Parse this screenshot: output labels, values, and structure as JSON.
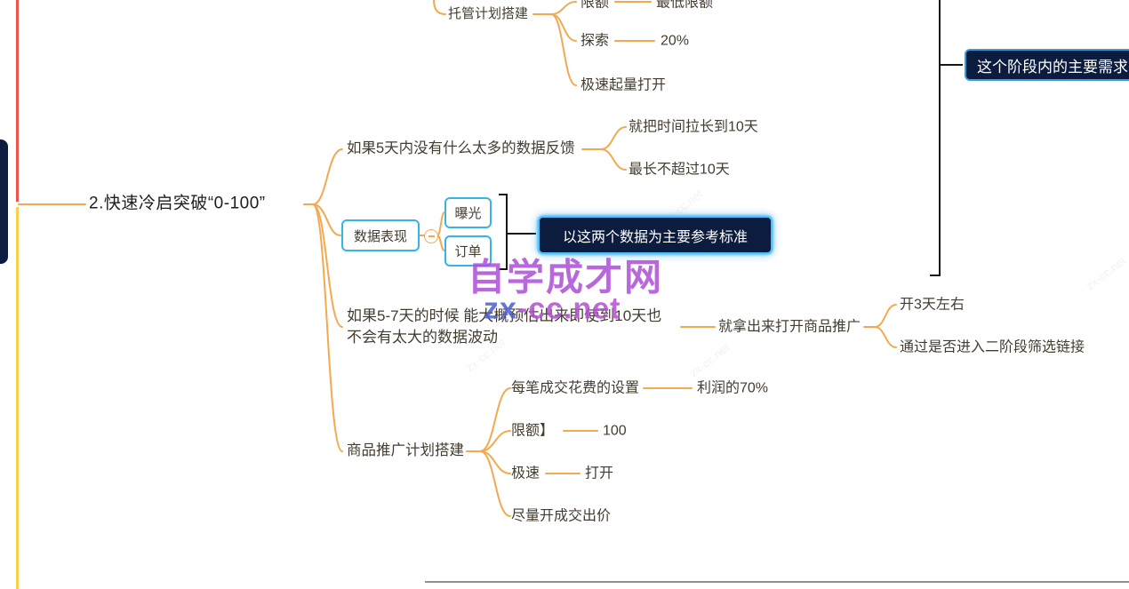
{
  "colors": {
    "branch_line": "#f4a950",
    "red_line": "#e9544e",
    "yellow_line": "#f8d04e",
    "blue_border": "#36b3ea",
    "dark_bg": "#0c1c3e",
    "bracket": "#161616",
    "text": "#453c30"
  },
  "main_topic": {
    "label": "2.快速冷启突破“0-100”"
  },
  "hosting_plan": {
    "label": "托管计划搭建",
    "children": [
      {
        "label": "限额",
        "value": "最低限额"
      },
      {
        "label": "探索",
        "value": "20%"
      },
      {
        "label": "极速起量打开"
      }
    ]
  },
  "feedback": {
    "label": "如果5天内没有什么太多的数据反馈",
    "children": [
      {
        "label": "就把时间拉长到10天"
      },
      {
        "label": "最长不超过10天"
      }
    ]
  },
  "data_performance": {
    "label": "数据表现",
    "children": [
      {
        "label": "曝光"
      },
      {
        "label": "订单"
      }
    ],
    "summary": "以这两个数据为主要参考标准"
  },
  "estimate": {
    "label_lines": [
      "如果5-7天的时候 能大概预估出来即使到10天也",
      "不会有太大的数据波动"
    ],
    "child": {
      "label": "就拿出来打开商品推广",
      "children": [
        {
          "label": "开3天左右"
        },
        {
          "label": "通过是否进入二阶段筛选链接"
        }
      ]
    }
  },
  "product_promo": {
    "label": "商品推广计划搭建",
    "children": [
      {
        "label": "每笔成交花费的设置",
        "value": "利润的70%"
      },
      {
        "label": "限额】",
        "value": "100"
      },
      {
        "label": "极速",
        "value": "打开"
      },
      {
        "label": "尽量开成交出价"
      }
    ]
  },
  "stage_note": {
    "label": "这个阶段内的主要需求"
  },
  "watermark": {
    "title": "自学成才网",
    "site_prefix": "zx",
    "site_suffix": "-cc.net",
    "tile": "zx-cc.net"
  }
}
